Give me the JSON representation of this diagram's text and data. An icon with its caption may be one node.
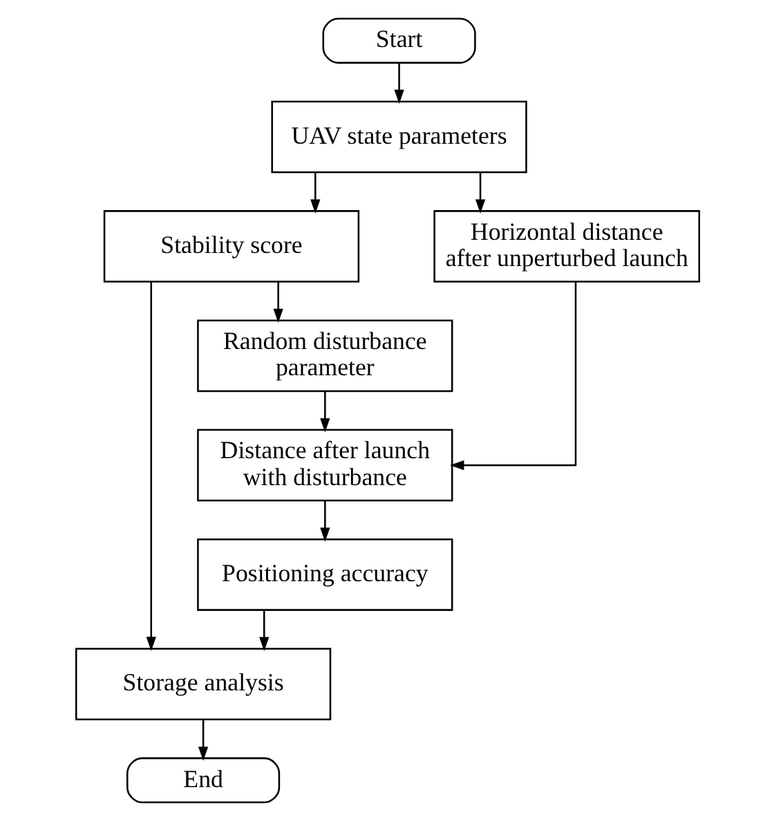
{
  "diagram": {
    "nodes": [
      {
        "text": [
          "Start"
        ]
      },
      {
        "text": [
          "UAV state parameters"
        ]
      },
      {
        "text": [
          "Stability score"
        ]
      },
      {
        "text": [
          "Horizontal distance after unperturbed launch"
        ]
      },
      {
        "text": [
          "Random disturbance parameter"
        ]
      },
      {
        "text": [
          "Distance after launch with disturbance"
        ]
      },
      {
        "text": [
          "Positioning accuracy"
        ]
      },
      {
        "text": [
          "Storage analysis"
        ]
      },
      {
        "text": [
          "End"
        ]
      }
    ],
    "edges": [
      {
        "from": 0,
        "to": 1,
        "arrow": "to"
      },
      {
        "from": 1,
        "to": 2,
        "arrow": "to"
      },
      {
        "from": 1,
        "to": 3,
        "arrow": "to"
      },
      {
        "from": 2,
        "to": 4,
        "arrow": "to"
      },
      {
        "from": 4,
        "to": 5,
        "arrow": "to"
      },
      {
        "from": 3,
        "to": 5,
        "arrow": "to"
      },
      {
        "from": 5,
        "to": 6,
        "arrow": "to"
      },
      {
        "from": 6,
        "to": 7,
        "arrow": "to"
      },
      {
        "from": 2,
        "to": 7,
        "arrow": "to"
      },
      {
        "from": 7,
        "to": 8,
        "arrow": "to"
      }
    ]
  }
}
